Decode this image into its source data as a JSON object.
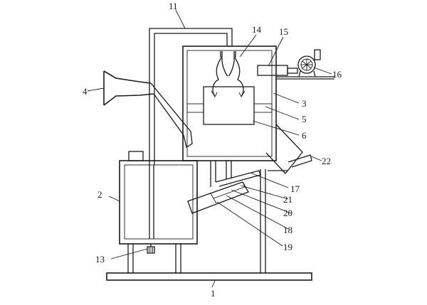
{
  "diagram": {
    "callouts": [
      {
        "id": "1",
        "text": "1"
      },
      {
        "id": "2",
        "text": "2"
      },
      {
        "id": "3",
        "text": "3"
      },
      {
        "id": "4",
        "text": "4"
      },
      {
        "id": "5",
        "text": "5"
      },
      {
        "id": "6",
        "text": "6"
      },
      {
        "id": "11",
        "text": "11"
      },
      {
        "id": "13",
        "text": "13"
      },
      {
        "id": "14",
        "text": "14"
      },
      {
        "id": "15",
        "text": "15"
      },
      {
        "id": "16",
        "text": "16"
      },
      {
        "id": "17",
        "text": "17"
      },
      {
        "id": "18",
        "text": "18"
      },
      {
        "id": "19",
        "text": "19"
      },
      {
        "id": "20",
        "text": "20"
      },
      {
        "id": "21",
        "text": "21"
      },
      {
        "id": "22",
        "text": "22"
      }
    ]
  }
}
